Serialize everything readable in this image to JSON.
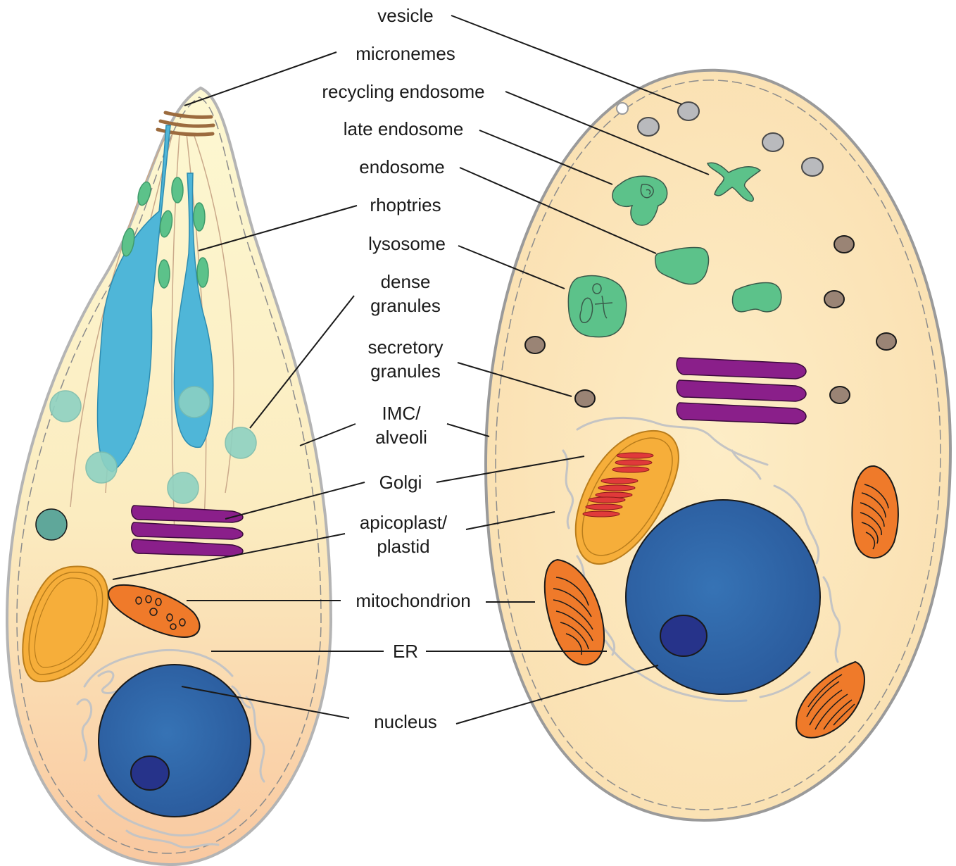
{
  "labels": {
    "vesicle": "vesicle",
    "micronemes": "micronemes",
    "recycling_endosome": "recycling endosome",
    "late_endosome": "late endosome",
    "endosome": "endosome",
    "rhoptries": "rhoptries",
    "lysosome": "lysosome",
    "dense_granules": [
      "dense",
      "granules"
    ],
    "secretory_granules": [
      "secretory",
      "granules"
    ],
    "imc_alveoli": [
      "IMC/",
      "alveoli"
    ],
    "golgi": "Golgi",
    "apicoplast_plastid": [
      "apicoplast/",
      "plastid"
    ],
    "mitochondrion": "mitochondrion",
    "er": "ER",
    "nucleus": "nucleus"
  },
  "colors": {
    "cell_cytoplasm": "#fbf3c8",
    "cell_cytoplasm_right": "#fce9bc",
    "cell_border": "#a8a8a8",
    "rhoptry": "#4fb6d8",
    "microneme": "#5cc28a",
    "microneme_band": "#9c6b3e",
    "dense_granule": "#8ed2c2",
    "dense_granule_dark": "#5fa79a",
    "golgi": "#8a1f8a",
    "apicoplast": "#f6ae3a",
    "mitochondrion": "#ef7a2a",
    "nucleus": "#2f63a8",
    "nucleolus": "#26338a",
    "endosome": "#5cc28a",
    "vesicle": "#b9babd",
    "secretory_granule": "#9a8475",
    "er": "#c9c9c9",
    "leader_line": "#1a1a1a"
  }
}
